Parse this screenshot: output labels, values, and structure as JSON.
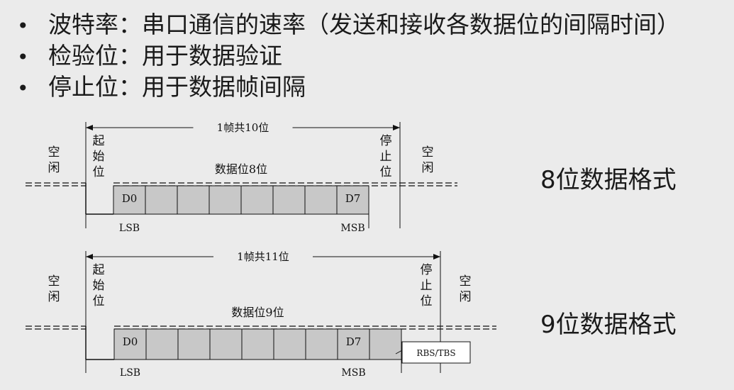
{
  "bullets": [
    "波特率：串口通信的速率（发送和接收各数据位的间隔时间）",
    "检验位：用于数据验证",
    "停止位：用于数据帧间隔"
  ],
  "bullet_symbol": "•",
  "frames": [
    {
      "format_label": "8位数据格式",
      "frame_label": "1帧共10位",
      "data_label": "数据位8位",
      "idle_label": [
        "空",
        "闲"
      ],
      "start_label": [
        "起",
        "始",
        "位"
      ],
      "stop_label": [
        "停",
        "止",
        "位"
      ],
      "first_bit": "D0",
      "last_bit": "D7",
      "lsb": "LSB",
      "msb": "MSB",
      "extra_bit_label": ""
    },
    {
      "format_label": "9位数据格式",
      "frame_label": "1帧共11位",
      "data_label": "数据位9位",
      "idle_label": [
        "空",
        "闲"
      ],
      "start_label": [
        "起",
        "始",
        "位"
      ],
      "stop_label": [
        "停",
        "止",
        "位"
      ],
      "first_bit": "D0",
      "last_bit": "D7",
      "lsb": "LSB",
      "msb": "MSB",
      "extra_bit_label": "RBS/TBS"
    }
  ],
  "colors": {
    "bit_fill": "#c8c8c8",
    "line": "#111111",
    "background": "#ebebeb"
  }
}
